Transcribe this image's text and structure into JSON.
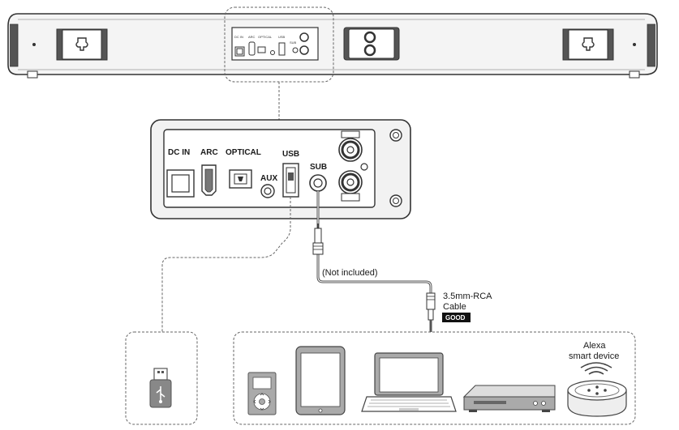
{
  "panel": {
    "dc_in": "DC IN",
    "arc": "ARC",
    "optical": "OPTICAL",
    "usb": "USB",
    "aux": "AUX",
    "sub": "SUB"
  },
  "cable": {
    "not_included": "(Not included)",
    "type_line1": "3.5mm-RCA",
    "type_line2": "Cable",
    "badge": "GOOD"
  },
  "devices": {
    "alexa_line1": "Alexa",
    "alexa_line2": "smart device"
  },
  "icons": [
    "soundbar",
    "wall-mount-bracket",
    "usb-flash-drive",
    "mp3-player",
    "tablet",
    "laptop",
    "dvd-player",
    "smart-speaker"
  ]
}
